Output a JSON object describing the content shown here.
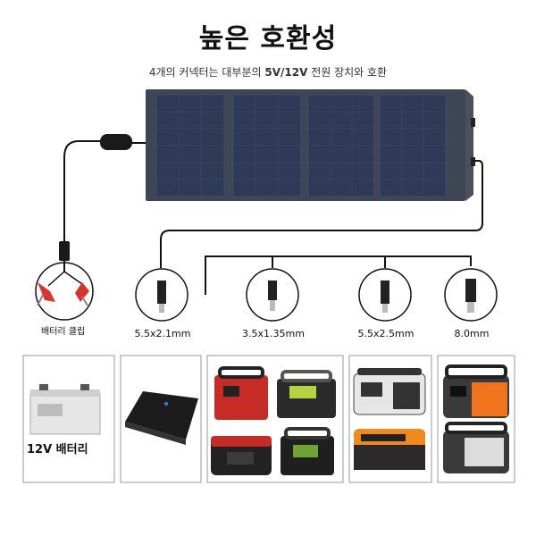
{
  "header": {
    "title": "높은 호환성",
    "subtitle_prefix": "4개의 커넥터는 대부분의 ",
    "subtitle_bold": "5V/12V",
    "subtitle_suffix": " 전원 장치와 호환"
  },
  "connectors": [
    {
      "label": "5.5x2.1mm"
    },
    {
      "label": "3.5x1.35mm"
    },
    {
      "label": "5.5x2.5mm"
    },
    {
      "label": "8.0mm"
    }
  ],
  "clip": {
    "label": "배터리 클립"
  },
  "battery": {
    "label": "12V 배터리"
  },
  "colors": {
    "panel": "#3c4452",
    "cell": "#2c3650",
    "cable": "#111111",
    "clip_red": "#d9342b"
  }
}
